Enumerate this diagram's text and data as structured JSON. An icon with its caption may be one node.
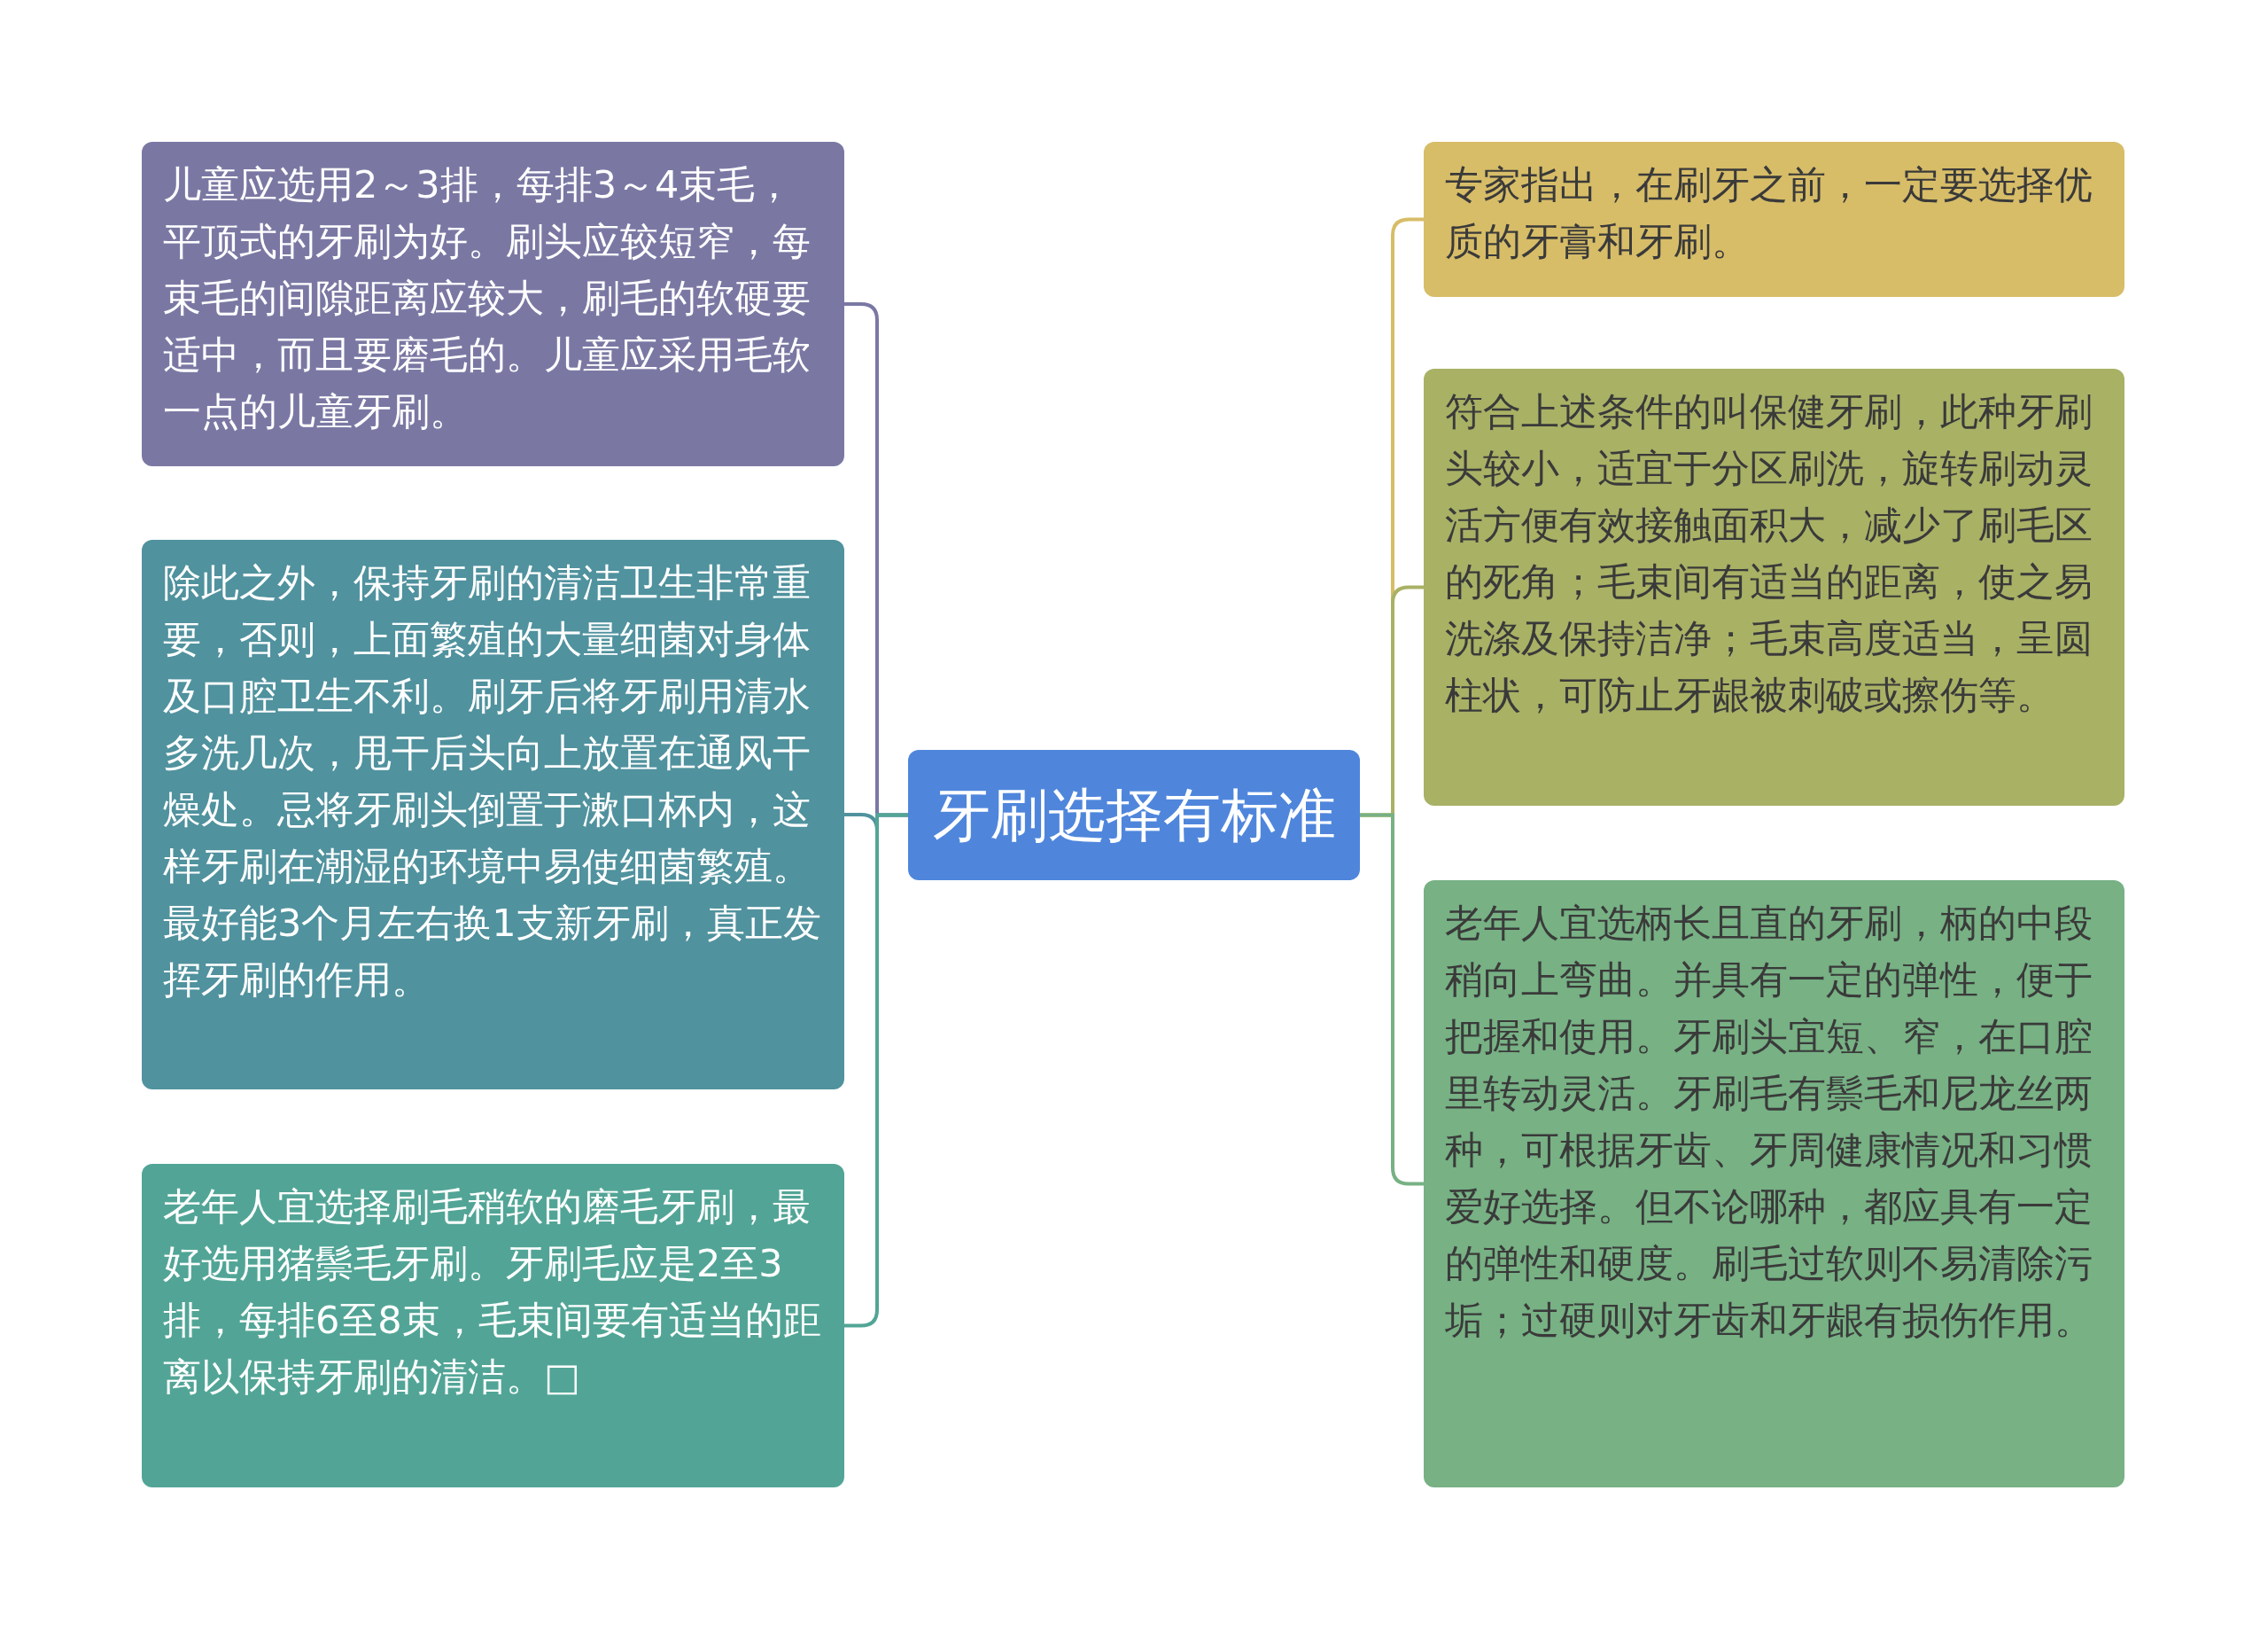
{
  "diagram": {
    "nodes": [
      {
        "text": [
          "牙刷选择有标准"
        ]
      },
      {
        "text": [
          "儿童应选用2～3排，每排3～4束毛，平顶式的牙刷为好。刷头应较短窄，每束毛的间隙距离应较大，刷毛的软硬要适中，而且要磨毛的。儿童应采用毛软一点的儿童牙刷。"
        ]
      },
      {
        "text": [
          "除此之外，保持牙刷的清洁卫生非常重要，否则，上面繁殖的大量细菌对身体及口腔卫生不利。刷牙后将牙刷用清水多洗几次，甩干后头向上放置在通风干燥处。忌将牙刷头倒置于漱口杯内，这样牙刷在潮湿的环境中易使细菌繁殖。最好能3个月左右换1支新牙刷，真正发挥牙刷的作用。"
        ]
      },
      {
        "text": [
          "老年人宜选择刷毛稍软的磨毛牙刷，最好选用猪鬃毛牙刷。牙刷毛应是2至3排，每排6至8束，毛束间要有适当的距离以保持牙刷的清洁。□"
        ]
      },
      {
        "text": [
          "专家指出，在刷牙之前，一定要选择优质的牙膏和牙刷。"
        ]
      },
      {
        "text": [
          "符合上述条件的叫保健牙刷，此种牙刷头较小，适宜于分区刷洗，旋转刷动灵活方便有效接触面积大，减少了刷毛区的死角；毛束间有适当的距离，使之易洗涤及保持洁净；毛束高度适当，呈圆柱状，可防止牙龈被刺破或擦伤等。"
        ]
      },
      {
        "text": [
          "老年人宜选柄长且直的牙刷，柄的中段稍向上弯曲。并具有一定的弹性，便于把握和使用。牙刷头宜短、窄，在口腔里转动灵活。牙刷毛有鬃毛和尼龙丝两种，可根据牙齿、牙周健康情况和习惯爱好选择。但不论哪种，都应具有一定的弹性和硬度。刷毛过软则不易清除污垢；过硬则对牙齿和牙龈有损伤作用。"
        ]
      }
    ],
    "edges": [
      {
        "from": 0,
        "to": 1,
        "arrow": "none",
        "color": "#7a78a3"
      },
      {
        "from": 0,
        "to": 2,
        "arrow": "none",
        "color": "#50929e"
      },
      {
        "from": 0,
        "to": 3,
        "arrow": "none",
        "color": "#52a596"
      },
      {
        "from": 0,
        "to": 4,
        "arrow": "none",
        "color": "#d7bd68"
      },
      {
        "from": 0,
        "to": 5,
        "arrow": "none",
        "color": "#a9b165"
      },
      {
        "from": 0,
        "to": 6,
        "arrow": "none",
        "color": "#77b184"
      }
    ]
  }
}
